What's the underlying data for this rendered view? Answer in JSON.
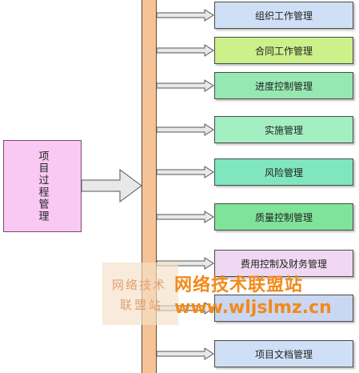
{
  "source": {
    "label": "项目过程管理",
    "fill": "#f9c9f4"
  },
  "bar": {
    "fill": "#f5c396"
  },
  "targets": [
    {
      "label": "组织工作管理",
      "fill": "#cfe0f6"
    },
    {
      "label": "合同工作管理",
      "fill": "#ccf08a"
    },
    {
      "label": "进度控制管理",
      "fill": "#96e8b2"
    },
    {
      "label": "实施管理",
      "fill": "#a3efc2"
    },
    {
      "label": "风险管理",
      "fill": "#7fe6c0"
    },
    {
      "label": "质量控制管理",
      "fill": "#7fe39a"
    },
    {
      "label": "费用控制及财务管理",
      "fill": "#f0d8f2"
    },
    {
      "label": "",
      "fill": "#c9d7f2"
    },
    {
      "label": "项目文档管理",
      "fill": "#cfe0f6"
    }
  ],
  "watermark": {
    "small_line1": "网络技术",
    "small_line2": "联盟站",
    "title": "网络技术联盟站",
    "url": "www.wljslmz.cn",
    "color": "#f28a1a"
  }
}
